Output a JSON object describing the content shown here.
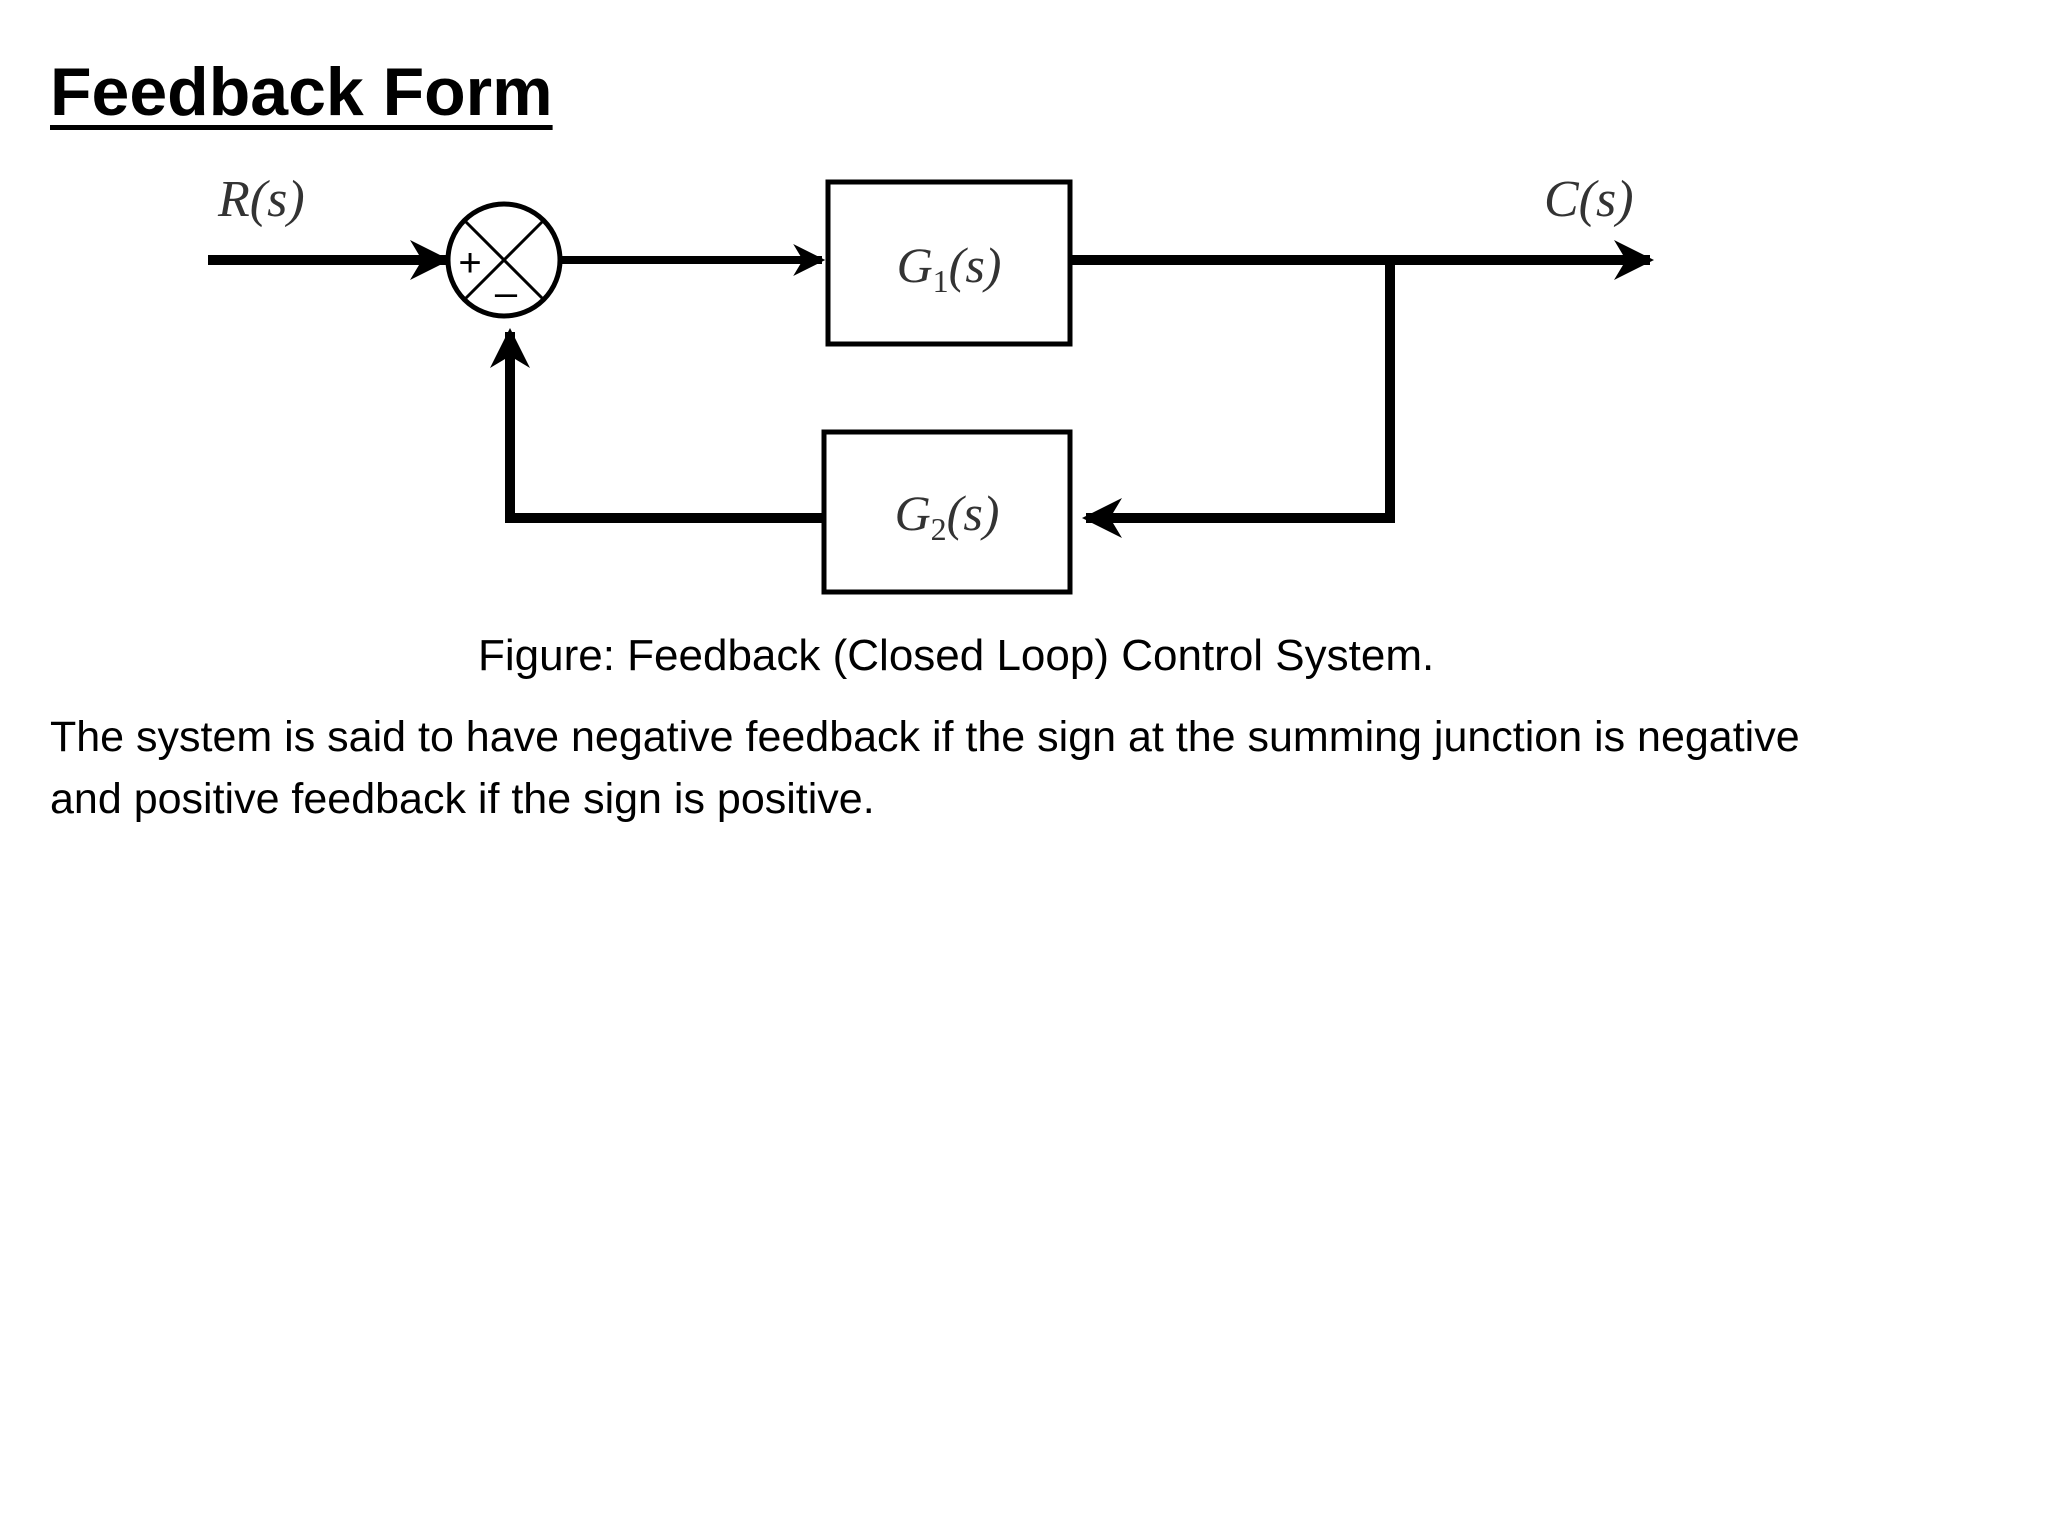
{
  "slide": {
    "title": "Feedback Form",
    "caption": "Figure:  Feedback (Closed Loop) Control System.",
    "body_lines": [
      "The system is said to have negative feedback if the sign at the summing junction is negative",
      "and positive feedback if the sign is positive."
    ]
  },
  "diagram": {
    "input_label": "R(s)",
    "output_label": "C(s)",
    "forward_block": {
      "name": "G",
      "subscript": "1",
      "arg": "(s)"
    },
    "feedback_block": {
      "name": "G",
      "subscript": "2",
      "arg": "(s)"
    },
    "summing_junction": {
      "plus_sign": "+",
      "minus_sign": "–"
    }
  }
}
